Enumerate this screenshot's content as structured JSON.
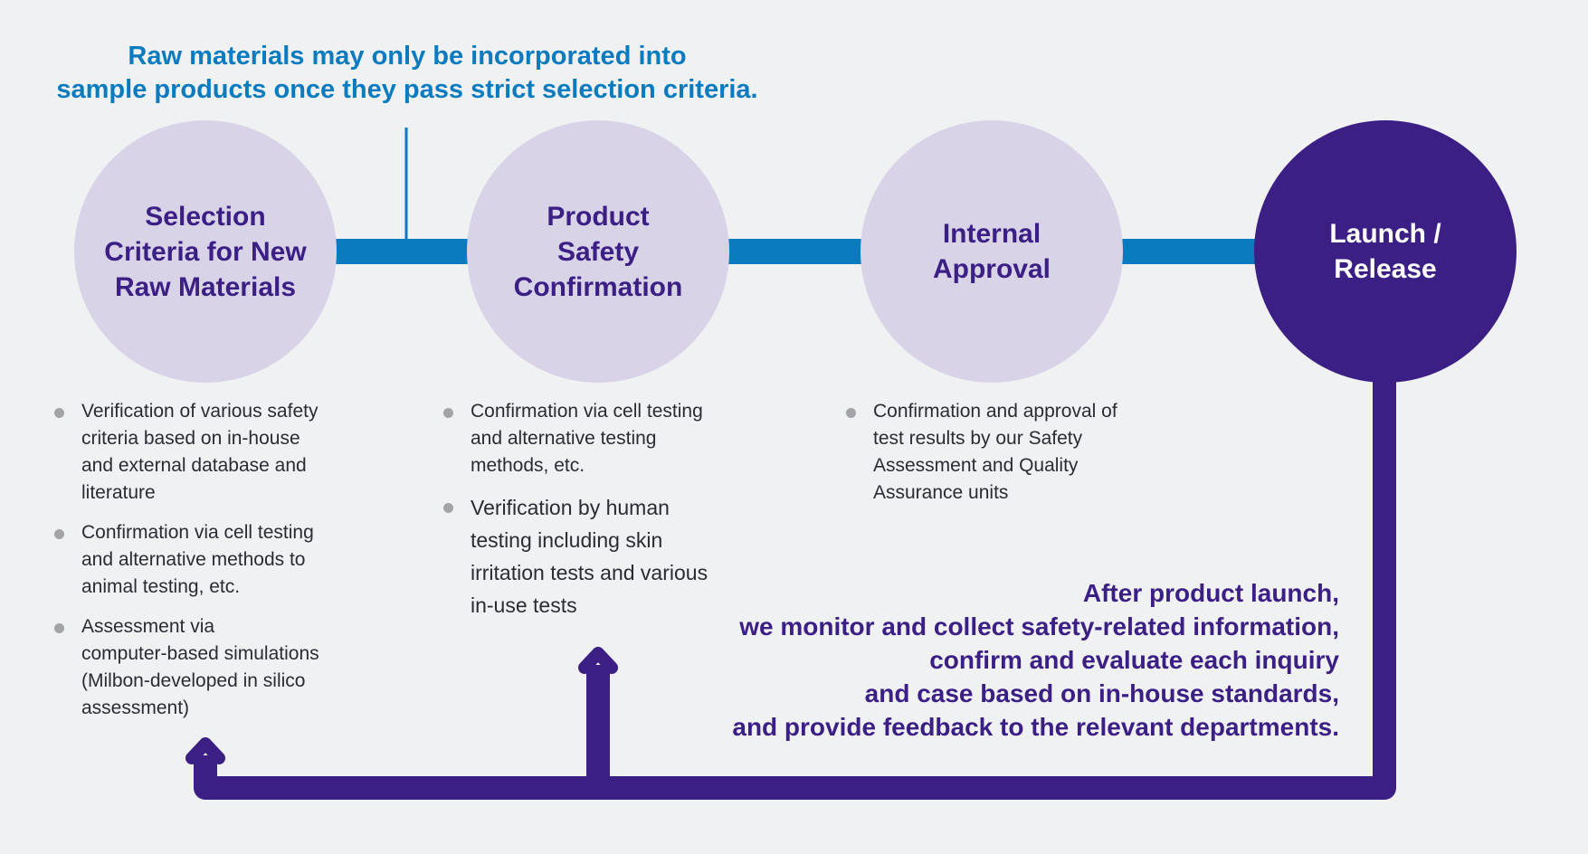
{
  "top_note": {
    "lines": [
      "Raw materials may only be incorporated into",
      "sample products once they pass strict selection criteria."
    ]
  },
  "steps": [
    {
      "title_lines": [
        "Selection",
        "Criteria for New",
        "Raw Materials"
      ]
    },
    {
      "title_lines": [
        "Product",
        "Safety",
        "Confirmation"
      ]
    },
    {
      "title_lines": [
        "Internal",
        "Approval"
      ]
    },
    {
      "title_lines": [
        "Launch /",
        "Release"
      ]
    }
  ],
  "details": {
    "selection": [
      {
        "lines": [
          "Verification of various safety",
          "criteria based on in-house",
          "and external database and",
          "literature"
        ]
      },
      {
        "lines": [
          "Confirmation via cell testing",
          "and alternative methods to",
          "animal testing, etc."
        ]
      },
      {
        "lines": [
          "Assessment via",
          "computer-based simulations",
          "(Milbon-developed in silico",
          "assessment)"
        ]
      }
    ],
    "product_safety": [
      {
        "lines": [
          "Confirmation via cell testing",
          "and alternative testing",
          "methods, etc."
        ]
      },
      {
        "lines": [
          "Verification by human",
          "testing including skin",
          "irritation tests and various",
          "in-use tests"
        ]
      }
    ],
    "internal_approval": [
      {
        "lines": [
          "Confirmation and approval of",
          "test results by our Safety",
          "Assessment and Quality",
          "Assurance units"
        ]
      }
    ]
  },
  "feedback_note": {
    "lines": [
      "After product launch,",
      "we monitor and collect safety-related information,",
      "confirm and evaluate each inquiry",
      "and case based on in-house standards,",
      "and provide feedback to the relevant departments."
    ]
  },
  "colors": {
    "background": "#f0f1f3",
    "circle_light": "#d9d3e8",
    "circle_dark": "#3b1f85",
    "arrow_blue": "#0a7bbf",
    "feedback_purple": "#3b1f85",
    "bullet_gray": "#a3a3a8"
  }
}
